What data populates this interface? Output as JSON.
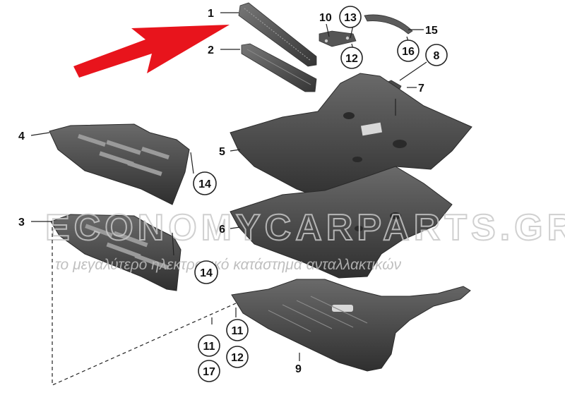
{
  "callouts": {
    "c1": "1",
    "c2": "2",
    "c3": "3",
    "c4": "4",
    "c5": "5",
    "c6": "6",
    "c7": "7",
    "c8": "8",
    "c9": "9",
    "c10": "10",
    "c11a": "11",
    "c11b": "11",
    "c12a": "12",
    "c12b": "12",
    "c13": "13",
    "c14a": "14",
    "c14b": "14",
    "c15": "15",
    "c16": "16",
    "c17": "17"
  },
  "watermark": {
    "brand": "ECONOMYCARPARTS.GR",
    "tagline": "το μεγαλύτερο ηλεκτρονικό κατάστημα ανταλλακτικών"
  },
  "colors": {
    "arrow": "#e8141c",
    "panel_dark": "#3d3d3d",
    "panel_mid": "#5a5a5a",
    "panel_light": "#7a7a7a",
    "line": "#222222"
  },
  "icons": {
    "pointer": "red-arrow-icon"
  }
}
